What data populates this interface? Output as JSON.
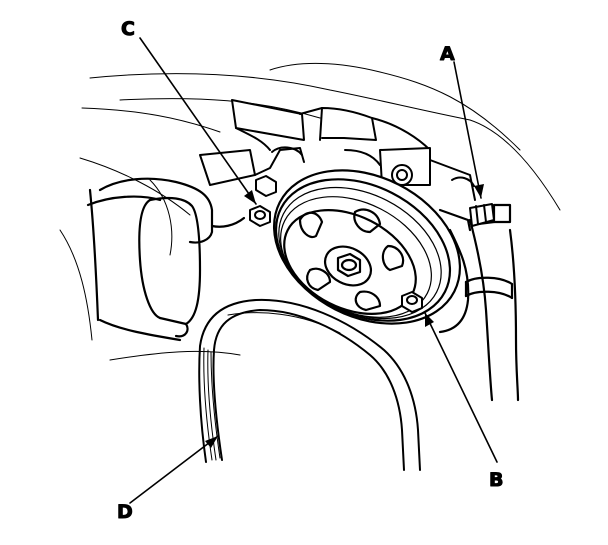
{
  "diagram": {
    "callouts": {
      "a": "A",
      "b": "B",
      "c": "C",
      "d": "D"
    }
  },
  "colors": {
    "ink": "#000000",
    "paper": "#ffffff"
  }
}
